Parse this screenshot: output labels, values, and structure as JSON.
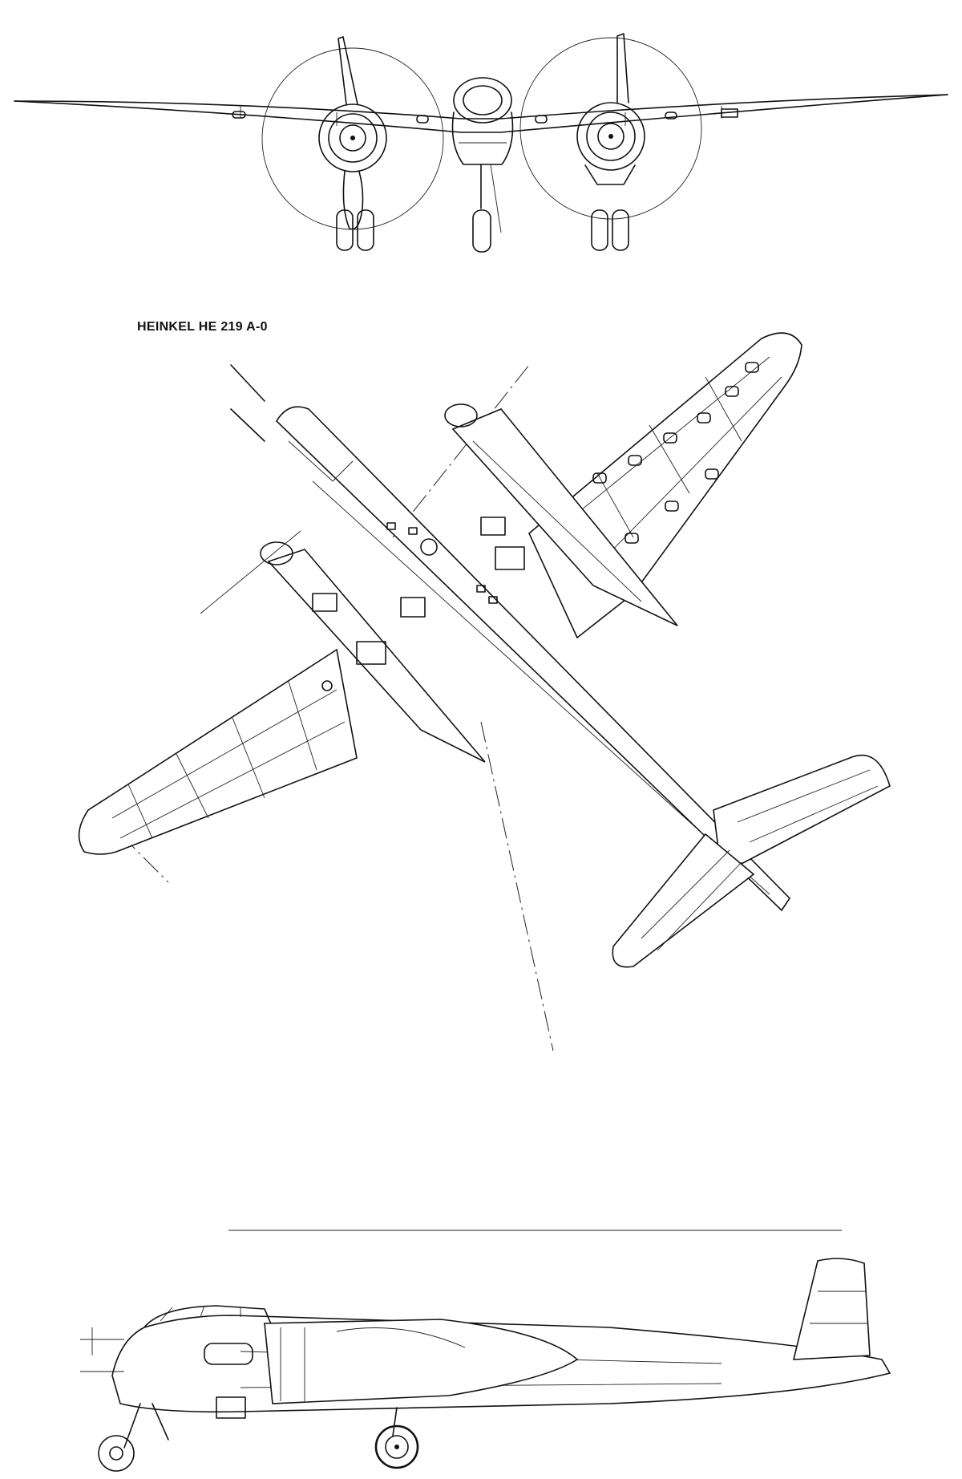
{
  "drawing": {
    "title": "HEINKEL HE 219 A-0",
    "views": [
      "front-view",
      "top-view",
      "side-view"
    ]
  }
}
